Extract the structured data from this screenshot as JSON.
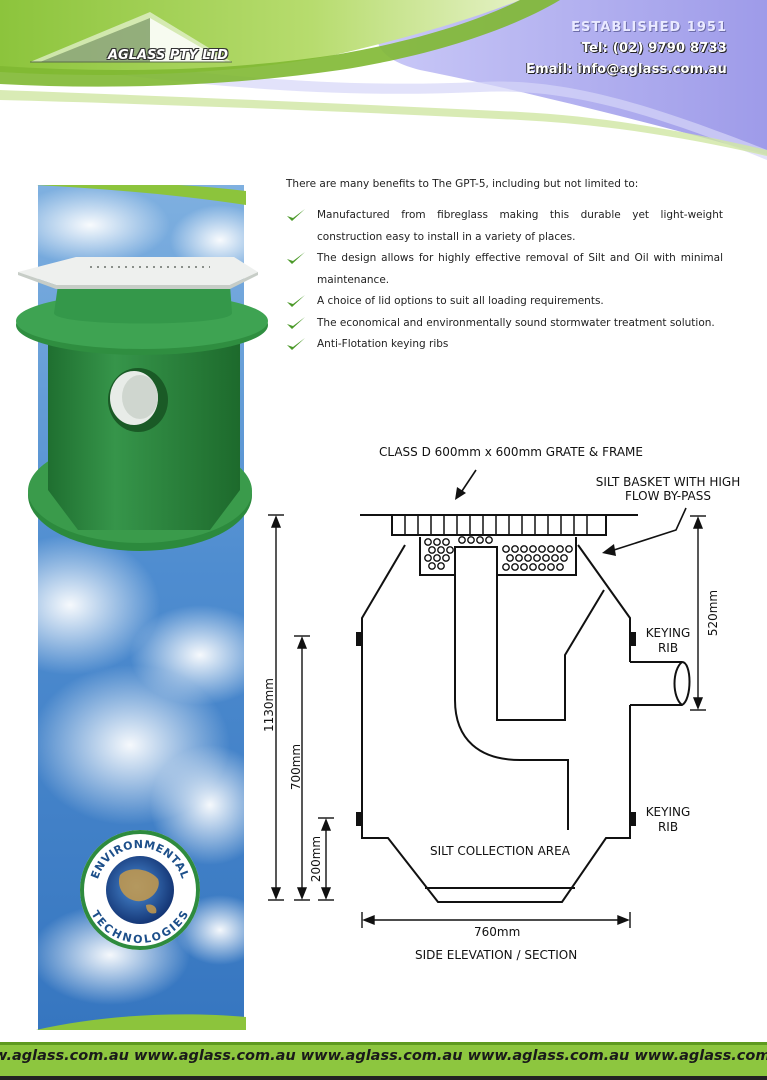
{
  "header": {
    "company": "AGLASS PTY LTD",
    "established": "ESTABLISHED 1951",
    "tel": "Tel: (02) 9790 8733",
    "email": "Email: info@aglass.com.au"
  },
  "intro": "There are many benefits to The GPT-5, including but not limited to:",
  "benefits": [
    "Manufactured from fibreglass making this durable yet light-weight construction easy to install in a variety of places.",
    "The design allows for highly effective removal of Silt and Oil with minimal maintenance.",
    "A choice of lid options to suit all loading requirements.",
    "The economical and environmentally sound stormwater treatment solution.",
    "Anti-Flotation keying ribs"
  ],
  "badge": {
    "top_text": "ENVIRONMENTAL",
    "bottom_text": "TECHNOLOGIES"
  },
  "diagram": {
    "grate_label": "CLASS D 600mm x 600mm GRATE & FRAME",
    "basket_label_line1": "SILT BASKET WITH HIGH",
    "basket_label_line2": "FLOW BY-PASS",
    "keying_rib_top_line1": "KEYING",
    "keying_rib_top_line2": "RIB",
    "keying_rib_bottom_line1": "KEYING",
    "keying_rib_bottom_line2": "RIB",
    "dim_520": "520mm",
    "dim_1130": "1130mm",
    "dim_700": "700mm",
    "dim_200": "200mm",
    "silt_label": "SILT COLLECTION AREA",
    "dim_760": "760mm",
    "caption": "SIDE ELEVATION / SECTION"
  },
  "footer": {
    "website_text": "w.aglass.com.au  www.aglass.com.au  www.aglass.com.au www.aglass.com.au www.aglass.com"
  },
  "colors": {
    "brand_green": "#8dc63f",
    "product_green": "#2e8b3e",
    "header_lavender": "#a9a7ef"
  }
}
